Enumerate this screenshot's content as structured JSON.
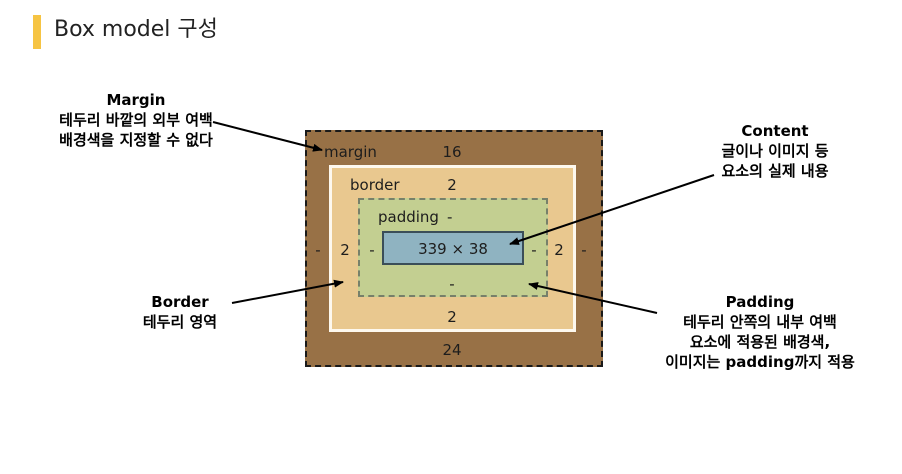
{
  "title": "Box model 구성",
  "box_model": {
    "margin": {
      "label": "margin",
      "top": "16",
      "bottom": "24",
      "left": "-",
      "right": "-"
    },
    "border": {
      "label": "border",
      "top": "2",
      "bottom": "2",
      "left": "2",
      "right": "2"
    },
    "padding": {
      "label": "padding",
      "top": "-",
      "bottom": "-",
      "left": "-",
      "right": "-"
    },
    "content": {
      "size": "339 × 38"
    }
  },
  "annotations": {
    "margin": {
      "title": "Margin",
      "lines": [
        "테두리 바깥의 외부 여백",
        "배경색을 지정할 수 없다"
      ]
    },
    "content": {
      "title": "Content",
      "lines": [
        "글이나 이미지 등",
        "요소의 실제 내용"
      ]
    },
    "border": {
      "title": "Border",
      "lines": [
        "테두리 영역"
      ]
    },
    "padding": {
      "title": "Padding",
      "lines": [
        "테두리 안쪽의 내부 여백",
        "요소에 적용된 배경색,",
        "이미지는 padding까지 적용"
      ]
    }
  },
  "colors": {
    "accent_bar": "#f6c443",
    "margin_fill": "#987146",
    "border_fill": "#e9c88f",
    "padding_fill": "#c3cf91",
    "content_fill": "#8fb3c1"
  }
}
